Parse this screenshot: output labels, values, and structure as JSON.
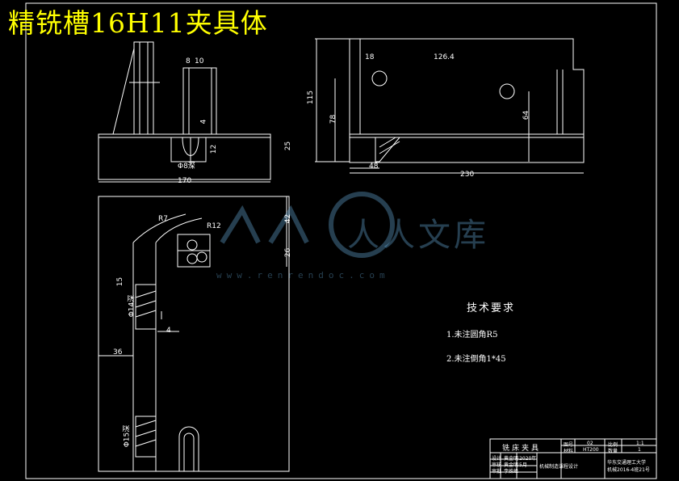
{
  "title": "精铣槽16H11夹具体",
  "technical_requirements": {
    "heading": "技术要求",
    "items": [
      "1.未注圆角R5",
      "2.未注倒角1*45"
    ]
  },
  "dimensions": {
    "front": [
      "8",
      "10",
      "4",
      "12",
      "25",
      "Φ8深",
      "170"
    ],
    "side": [
      "18",
      "126.4",
      "115",
      "78",
      "64",
      "48",
      "230"
    ],
    "plan": [
      "R7",
      "R12",
      "42",
      "26",
      "15",
      "Φ14深",
      "4",
      "36",
      "Φ15深"
    ]
  },
  "watermark": {
    "brand": "人人文库",
    "url": "www.renrendoc.com"
  },
  "title_block": {
    "name": "铣床夹具",
    "r1": [
      "图号",
      "02",
      "比例",
      "1:1"
    ],
    "r2": [
      "材料",
      "HT200",
      "数量",
      "1"
    ],
    "designer": [
      "设计",
      "黄金明",
      "2020年"
    ],
    "checker": [
      "审核",
      "黄金明",
      "5月"
    ],
    "approver": [
      "审批",
      "李姝峰"
    ],
    "project": "机械制造课程设计",
    "school": "华东交通理工大学",
    "class": "机械2016-4班21号"
  },
  "colors": {
    "title": "#ffff00",
    "lines": "#ffffff",
    "background": "#000000",
    "watermark": "#6eb4e6"
  }
}
